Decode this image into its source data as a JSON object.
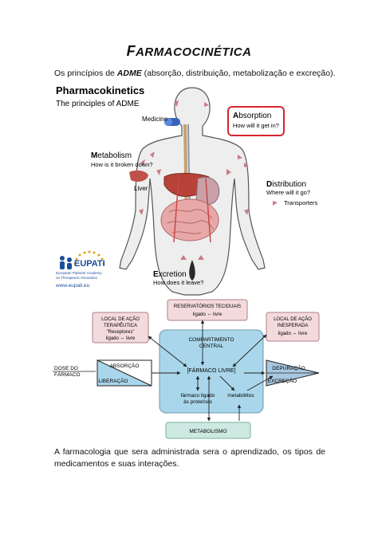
{
  "title_first": "F",
  "title_rest": "ARMACOCINÉTICA",
  "subtitle": {
    "prefix": "Os princípios de ",
    "bold": "ADME",
    "suffix": " (absorção, distribuição, metabolização e excreção)."
  },
  "adme_figure": {
    "heading": "Pharmacokinetics",
    "subheading": "The principles of ADME",
    "medicine": "Medicine",
    "absorption_letter": "A",
    "absorption_rest": "bsorption",
    "absorption_q": "How will it get in?",
    "metabolism_letter": "M",
    "metabolism_rest": "etabolism",
    "metabolism_q": "How is it broken down?",
    "liver": "Liver",
    "distribution_letter": "D",
    "distribution_rest": "istribution",
    "distribution_q": "Where will it go?",
    "transporters": "Transporters",
    "excretion_letter": "E",
    "excretion_rest": "xcretion",
    "excretion_q": "How does it leave?",
    "logo_text": "EUPATI",
    "logo_line1": "European Patients' Academy",
    "logo_line2": "on Therapeutic Innovation",
    "logo_url": "www.eupati.eu",
    "absorption_border_color": "#d9262b"
  },
  "pk_diagram": {
    "reservoirs_l1": "RESERVATÓRIOS TECIDUAIS",
    "reservoirs_l2": "ligado ⇔ livre",
    "local_acao_l1": "LOCAL DE AÇÃO",
    "local_acao_l2": "TERAPÊUTICA",
    "local_acao_l3": "\"Receptores\"",
    "local_acao_l4": "ligado ⇔ livre",
    "local_inesp_l1": "LOCAL DE AÇÃO",
    "local_inesp_l2": "INESPERADA",
    "local_inesp_l3": "ligado ⇔ livre",
    "central_l1": "COMPARTIMENTO",
    "central_l2": "CENTRAL",
    "farmaco_livre": "[FÁRMACO LIVRE]",
    "ligado_l1": "fármaco ligado",
    "ligado_l2": "às proteínas",
    "metabolitos": "metabólitos",
    "metabolismo": "METABOLISMO",
    "dose_l1": "DOSE DO",
    "dose_l2": "FÁRMACO",
    "absorcao": "ABSORÇÃO",
    "liberacao": "LIBERAÇÃO",
    "depuracao": "DEPURAÇÃO",
    "excrecao": "EXCREÇÃO",
    "box_pink": "#f3dadd",
    "box_blue": "#a9d6ea",
    "box_green": "#cde9e1"
  },
  "paragraph": "A farmacologia que sera administrada sera o aprendizado, os tipos de medicamentos e suas interações."
}
